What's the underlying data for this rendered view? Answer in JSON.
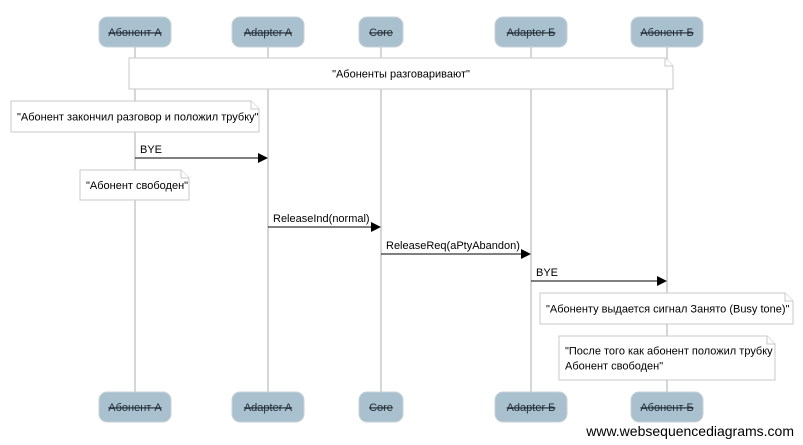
{
  "participants": [
    "Абонент А",
    "Adapter A",
    "Core",
    "Adapter Б",
    "Абонент Б"
  ],
  "messages": [
    {
      "from": 0,
      "to": 1,
      "label": "BYE"
    },
    {
      "from": 1,
      "to": 2,
      "label": "ReleaseInd(normal)"
    },
    {
      "from": 2,
      "to": 3,
      "label": "ReleaseReq(aPtyAbandon)"
    },
    {
      "from": 3,
      "to": 4,
      "label": "BYE"
    }
  ],
  "notes": [
    {
      "lines": [
        "\"Абоненты разговаривают\""
      ]
    },
    {
      "lines": [
        "\"Абонент закончил разговор и положил трубку\""
      ]
    },
    {
      "lines": [
        "\"Абонент свободен\""
      ]
    },
    {
      "lines": [
        "\"Абоненту выдается сигнал Занято (Busy tone)\""
      ]
    },
    {
      "lines": [
        "\"После того как абонент положил трубку",
        "Абонент свободен\""
      ]
    }
  ],
  "watermark": "www.websequencediagrams.com"
}
